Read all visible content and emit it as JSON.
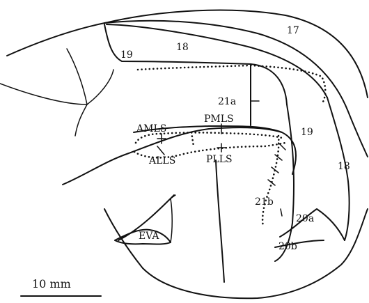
{
  "area_labels": {
    "a17": "17",
    "a18_top": "18",
    "a19_top": "19",
    "a21a": "21a",
    "a19_right": "19",
    "a18_right": "18",
    "amls": "AMLS",
    "pmls": "PMLS",
    "alls": "ALLS",
    "plls": "PLLS",
    "a21b": "21b",
    "a20a": "20a",
    "a20b": "20b",
    "eva": "EVA"
  },
  "scale_bar": {
    "label": "10 mm"
  },
  "colors": {
    "ink": "#111111",
    "background": "#ffffff"
  }
}
